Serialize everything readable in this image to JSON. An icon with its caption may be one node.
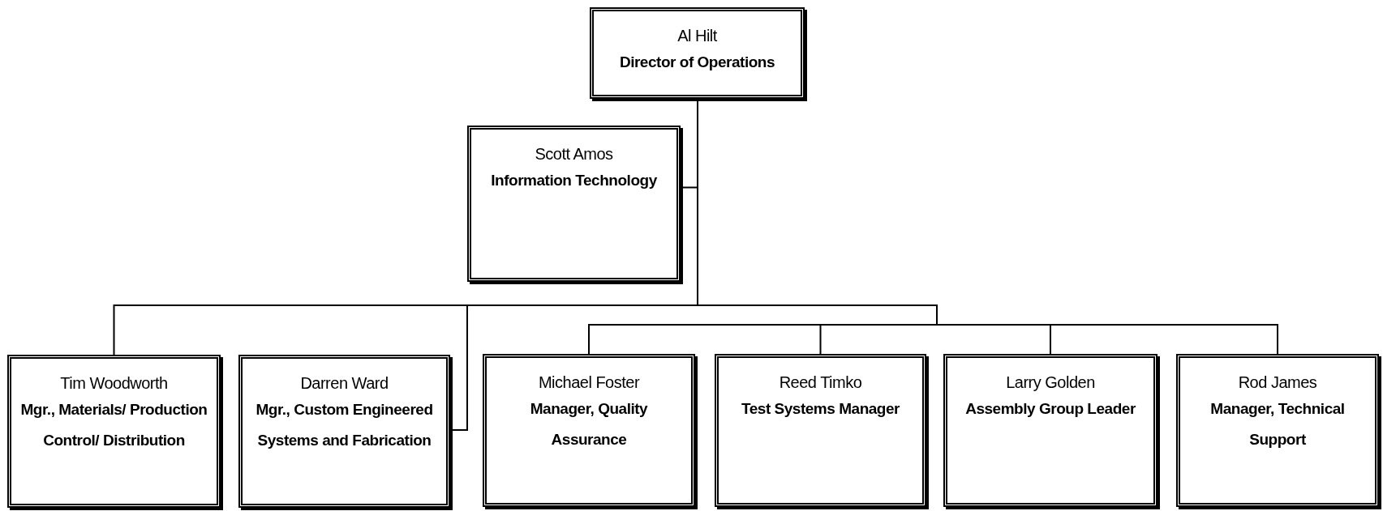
{
  "diagram": {
    "nodes": [
      {
        "text": [
          "Al Hilt",
          "Director of Operations"
        ]
      },
      {
        "text": [
          "Scott Amos",
          "Information Technology"
        ]
      },
      {
        "text": [
          "Tim Woodworth",
          "Mgr., Materials/ Production Control/ Distribution"
        ]
      },
      {
        "text": [
          "Darren Ward",
          "Mgr., Custom Engineered Systems and Fabrication"
        ]
      },
      {
        "text": [
          "Michael Foster",
          "Manager, Quality Assurance"
        ]
      },
      {
        "text": [
          "Reed Timko",
          "Test Systems Manager"
        ]
      },
      {
        "text": [
          "Larry Golden",
          "Assembly Group Leader"
        ]
      },
      {
        "text": [
          "Rod James",
          "Manager, Technical Support"
        ]
      }
    ],
    "edges": [
      {
        "from": 0,
        "to": 1,
        "arrow": "none"
      },
      {
        "from": 0,
        "to": 2,
        "arrow": "none"
      },
      {
        "from": 0,
        "to": 3,
        "arrow": "none"
      },
      {
        "from": 0,
        "to": 4,
        "arrow": "none"
      },
      {
        "from": 0,
        "to": 5,
        "arrow": "none"
      },
      {
        "from": 0,
        "to": 6,
        "arrow": "none"
      },
      {
        "from": 0,
        "to": 7,
        "arrow": "none"
      }
    ]
  }
}
